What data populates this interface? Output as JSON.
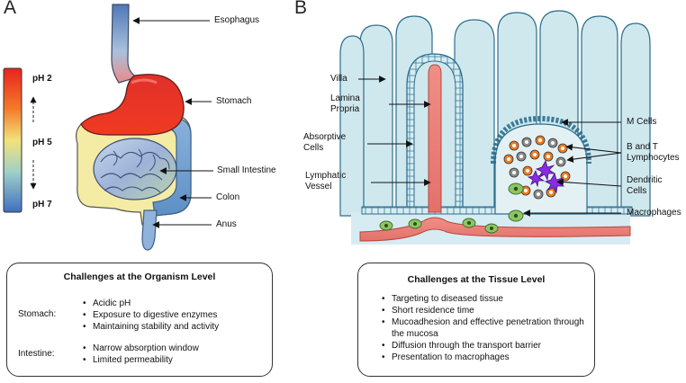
{
  "panels": {
    "a": "A",
    "b": "B"
  },
  "ph_scale": {
    "top": "pH 2",
    "middle": "pH 5",
    "bottom": "pH 7"
  },
  "organ_labels": {
    "esophagus": "Esophagus",
    "stomach": "Stomach",
    "small_intestine": "Small Intestine",
    "colon": "Colon",
    "anus": "Anus"
  },
  "tissue_labels": {
    "villa": "Villa",
    "lamina_propria": "Lamina\nPropria",
    "absorptive_cells": "Absorptive\nCells",
    "lymphatic_vessel": "Lymphatic\nVessel",
    "m_cells": "M Cells",
    "b_t_lymphocytes": "B and T\nLymphocytes",
    "dendritic_cells": "Dendritic\nCells",
    "macrophages": "Macrophages"
  },
  "organism_box": {
    "title": "Challenges at the Organism Level",
    "groups": [
      {
        "label": "Stomach:",
        "items": [
          "Acidic pH",
          "Exposure to digestive enzymes",
          "Maintaining stability and activity"
        ]
      },
      {
        "label": "Intestine:",
        "items": [
          "Narrow absorption window",
          "Limited permeability"
        ]
      }
    ]
  },
  "tissue_box": {
    "title": "Challenges at the Tissue Level",
    "items": [
      "Targeting to diseased tissue",
      "Short residence time",
      "Mucoadhesion and effective penetration through the mucosa",
      "Diffusion through the transport barrier",
      "Presentation to macrophages"
    ]
  },
  "colors": {
    "ph_acid": "#e8231e",
    "ph_mid": "#f2e27a",
    "ph_neutral": "#3f6fc0",
    "villi_fill": "#cfe8ee",
    "villi_stroke": "#2c6d8c",
    "lymph": "#f0958a",
    "b_cell": "#f07c21",
    "t_cell": "#8c8c8c",
    "dendritic": "#8a2be2",
    "macrophage": "#8cc665"
  }
}
